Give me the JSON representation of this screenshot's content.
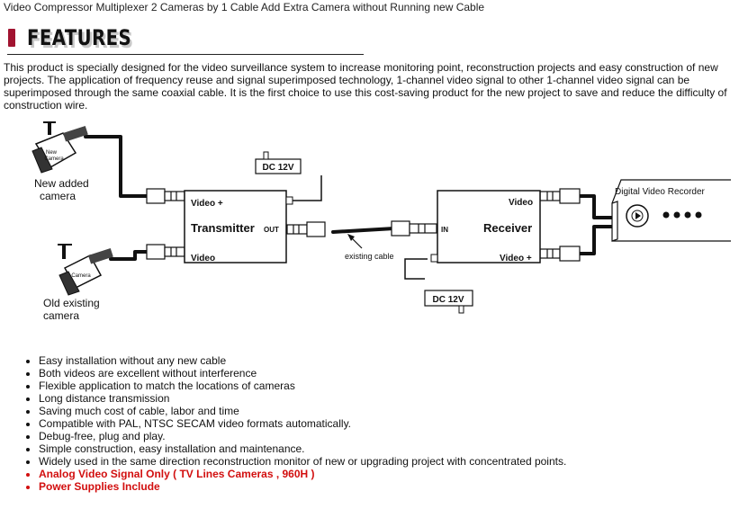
{
  "page": {
    "title": "Video Compressor  Multiplexer 2 Cameras by 1 Cable Add Extra Camera without Running new Cable",
    "section_heading": "FEATURES",
    "description": "This product is specially designed for the video surveillance system to increase monitoring point, reconstruction projects and easy construction of new projects. The application of frequency reuse and signal superimposed technology, 1-channel video signal to other 1-channel video signal can be superimposed through the same coaxial cable. It is the first choice to use this cost-saving product for the new project to save and reduce the difficulty of construction wire.",
    "accent_color": "#a11330",
    "highlight_color": "#d20f0f"
  },
  "diagram": {
    "new_camera_tag": [
      "New",
      "Camera"
    ],
    "new_camera_label": [
      "New added",
      "camera"
    ],
    "old_camera_tag": "Camera",
    "old_camera_label": [
      "Old existing",
      "camera"
    ],
    "transmitter": "Transmitter",
    "tx_video_plus": "Video +",
    "tx_video": "Video",
    "tx_out": "OUT",
    "dc_top": "DC 12V",
    "dc_bottom": "DC 12V",
    "existing_cable": "existing cable",
    "receiver": "Receiver",
    "rx_in": "IN",
    "rx_video": "Video",
    "rx_video_plus": "Video +",
    "dvr": "Digital Video Recorder"
  },
  "features": [
    {
      "text": "Easy installation without any new cable",
      "highlight": false
    },
    {
      "text": "Both videos are excellent without interference",
      "highlight": false
    },
    {
      "text": "Flexible application to match the locations of cameras",
      "highlight": false
    },
    {
      "text": "Long distance transmission",
      "highlight": false
    },
    {
      "text": "Saving much cost of cable, labor and time",
      "highlight": false
    },
    {
      "text": "Compatible with PAL, NTSC SECAM video formats automatically.",
      "highlight": false
    },
    {
      "text": "Debug-free, plug and play.",
      "highlight": false
    },
    {
      "text": "Simple construction, easy installation and maintenance.",
      "highlight": false
    },
    {
      "text": "Widely used in the same direction reconstruction monitor of new or upgrading project with concentrated points.",
      "highlight": false
    },
    {
      "text": "Analog Video Signal Only ( TV Lines Cameras , 960H )",
      "highlight": true
    },
    {
      "text": "Power Supplies Include",
      "highlight": true
    }
  ]
}
